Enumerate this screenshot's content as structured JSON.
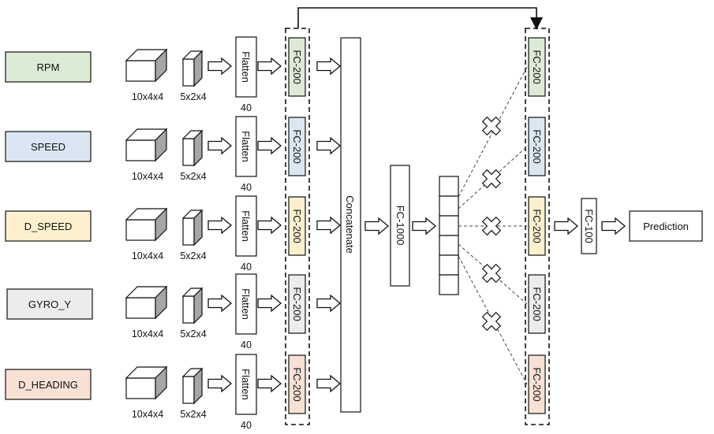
{
  "inputs": [
    {
      "name": "RPM",
      "color": "#dcebd5",
      "fc": "FC-200",
      "fc_color": "#dcebd5"
    },
    {
      "name": "SPEED",
      "color": "#dae7f3",
      "fc": "FC-200",
      "fc_color": "#dae7f3"
    },
    {
      "name": "D_SPEED",
      "color": "#fdf0cf",
      "fc": "FC-200",
      "fc_color": "#fdf0cf"
    },
    {
      "name": "GYRO_Y",
      "color": "#ececec",
      "fc": "FC-200",
      "fc_color": "#ececec"
    },
    {
      "name": "D_HEADING",
      "color": "#f8e1d4",
      "fc": "FC-200",
      "fc_color": "#f8e1d4"
    }
  ],
  "dims": {
    "large": "10x4x4",
    "small": "5x2x4",
    "flatten": "Flatten",
    "flatten_size": "40"
  },
  "concatenate_label": "Concatenate",
  "fc1000_label": "FC-1000",
  "fc100_label": "FC-100",
  "prediction_label": "Prediction",
  "colors": {
    "stroke": "#111111",
    "cube_top": "#ffffff",
    "cube_side": "#a6a6a6",
    "dashed": "#555555"
  }
}
